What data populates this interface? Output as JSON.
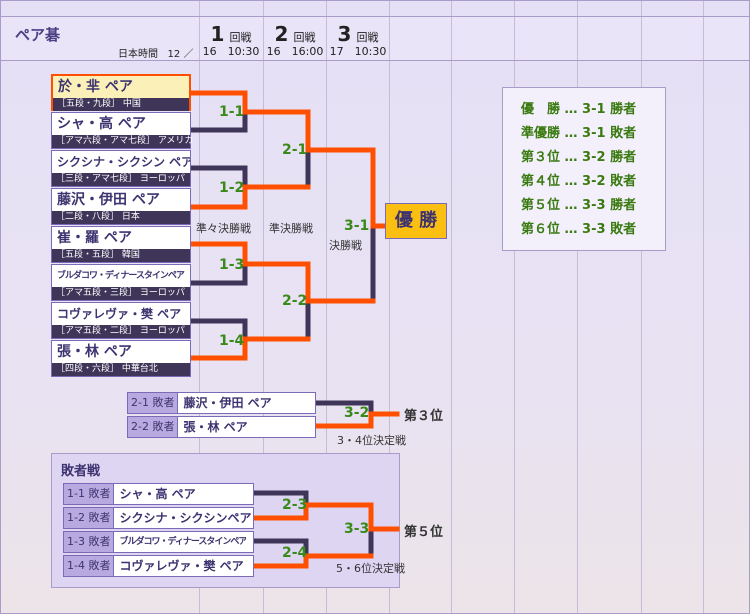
{
  "header": {
    "title": "ペア碁",
    "jst_label": "日本時間",
    "month": "12 ／",
    "rounds": [
      {
        "num": "1",
        "label": "回戦",
        "time": "16　10:30"
      },
      {
        "num": "2",
        "label": "回戦",
        "time": "16　16:00"
      },
      {
        "num": "3",
        "label": "回戦",
        "time": "17　10:30"
      }
    ]
  },
  "players": [
    {
      "name": "於・芈 ペア",
      "info": "［五段・九段］ 中国"
    },
    {
      "name": "シャ・高 ペア",
      "info": "［アマ六段・アマ七段］ アメリカ"
    },
    {
      "name": "シクシナ・シクシン ペア",
      "info": "［三段・アマ七段］ ヨーロッパ"
    },
    {
      "name": "藤沢・伊田 ペア",
      "info": "［二段・八段］ 日本"
    },
    {
      "name": "崔・羅 ペア",
      "info": "［五段・五段］ 韓国"
    },
    {
      "name": "ブルダコワ・ディナースタインペア",
      "info": "［アマ五段・三段］ ヨーロッパ"
    },
    {
      "name": "コヴァレヴァ・樊 ペア",
      "info": "［アマ五段・二段］ ヨーロッパ"
    },
    {
      "name": "張・林 ペア",
      "info": "［四段・六段］ 中華台北"
    }
  ],
  "matches": {
    "m11": "1-1",
    "m12": "1-2",
    "m13": "1-3",
    "m14": "1-4",
    "m21": "2-1",
    "m22": "2-2",
    "m31": "3-1",
    "m32": "3-2",
    "m33": "3-3",
    "m23": "2-3",
    "m24": "2-4"
  },
  "stages": {
    "qf": "準々決勝戦",
    "sf": "準決勝戦",
    "final": "決勝戦",
    "third": "3・4位決定戦",
    "fifth": "5・6位決定戦"
  },
  "winner_label": "優 勝",
  "legend": [
    "優　勝 … 3-1 勝者",
    "準優勝 … 3-1 敗者",
    "第３位 … 3-2 勝者",
    "第４位 … 3-2 敗者",
    "第５位 … 3-3 勝者",
    "第６位 … 3-3 敗者"
  ],
  "third_place": {
    "rows": [
      {
        "tag": "2-1 敗者",
        "name": "藤沢・伊田 ペア"
      },
      {
        "tag": "2-2 敗者",
        "name": "張・林 ペア"
      }
    ],
    "result": "第３位"
  },
  "losers": {
    "title": "敗者戦",
    "rows": [
      {
        "tag": "1-1 敗者",
        "name": "シャ・高 ペア"
      },
      {
        "tag": "1-2 敗者",
        "name": "シクシナ・シクシンペア"
      },
      {
        "tag": "1-3 敗者",
        "name": "ブルダコワ・ディナースタインペア"
      },
      {
        "tag": "1-4 敗者",
        "name": "コヴァレヴァ・樊 ペア"
      }
    ],
    "result": "第５位"
  },
  "colors": {
    "win_line": "#ff4f00",
    "lose_line": "#3e3558",
    "match_label": "#3a8a1a",
    "champion_bg": "#fbbf12"
  }
}
